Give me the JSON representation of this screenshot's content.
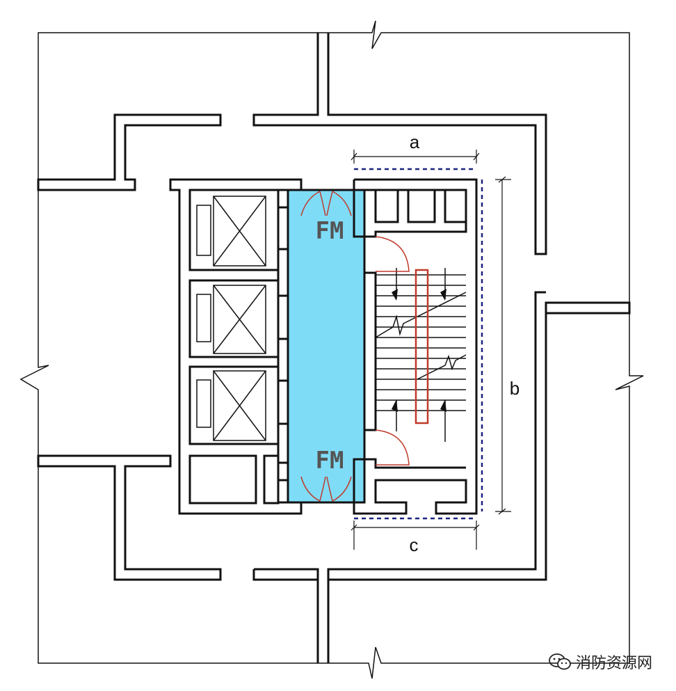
{
  "labels": {
    "fm_top": "FM",
    "fm_bottom": "FM",
    "dim_a": "a",
    "dim_b": "b",
    "dim_c": "c"
  },
  "watermark": {
    "text": "消防资源网",
    "icon": "wechat-icon"
  },
  "colors": {
    "lobby": "#7fdcf7",
    "door_arc": "#c0392b",
    "dimension_dash": "#1a237e",
    "wall": "#111111"
  }
}
